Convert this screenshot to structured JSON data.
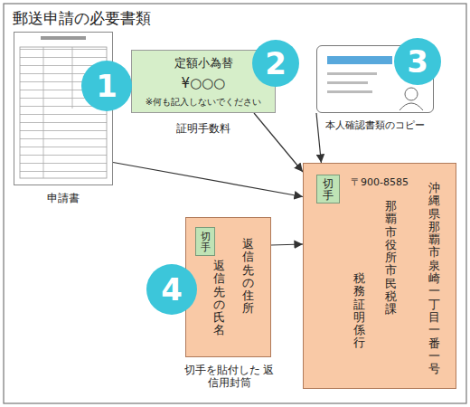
{
  "diagram": {
    "title": "郵送申請の必要書類",
    "nodes": [
      {
        "text": [
          "申請書"
        ]
      },
      {
        "text": [
          "定額小為替",
          "¥○○○",
          "※何も記入しないでください",
          "証明手数料"
        ]
      },
      {
        "text": [
          "本人確認書類のコピー"
        ]
      },
      {
        "text": [
          "返信先の住所",
          "返信先の氏名",
          "切手を貼付した 返信用封筒"
        ]
      },
      {
        "text": [
          "切手"
        ],
        "in": 3
      },
      {
        "text": [
          "〒900-8585",
          "沖縄県那覇市泉崎一丁目一番一号",
          "那覇市役所市民税課",
          "税務証明係 行"
        ]
      },
      {
        "text": [
          "切手"
        ],
        "in": 5
      }
    ],
    "edges": [
      {
        "from": 0,
        "to": 5,
        "arrow": "to"
      },
      {
        "from": 1,
        "to": 5,
        "arrow": "to"
      },
      {
        "from": 2,
        "to": 5,
        "arrow": "to"
      },
      {
        "from": 3,
        "to": 5,
        "arrow": "to"
      }
    ],
    "labels": [
      "1",
      "2",
      "3",
      "4"
    ]
  }
}
